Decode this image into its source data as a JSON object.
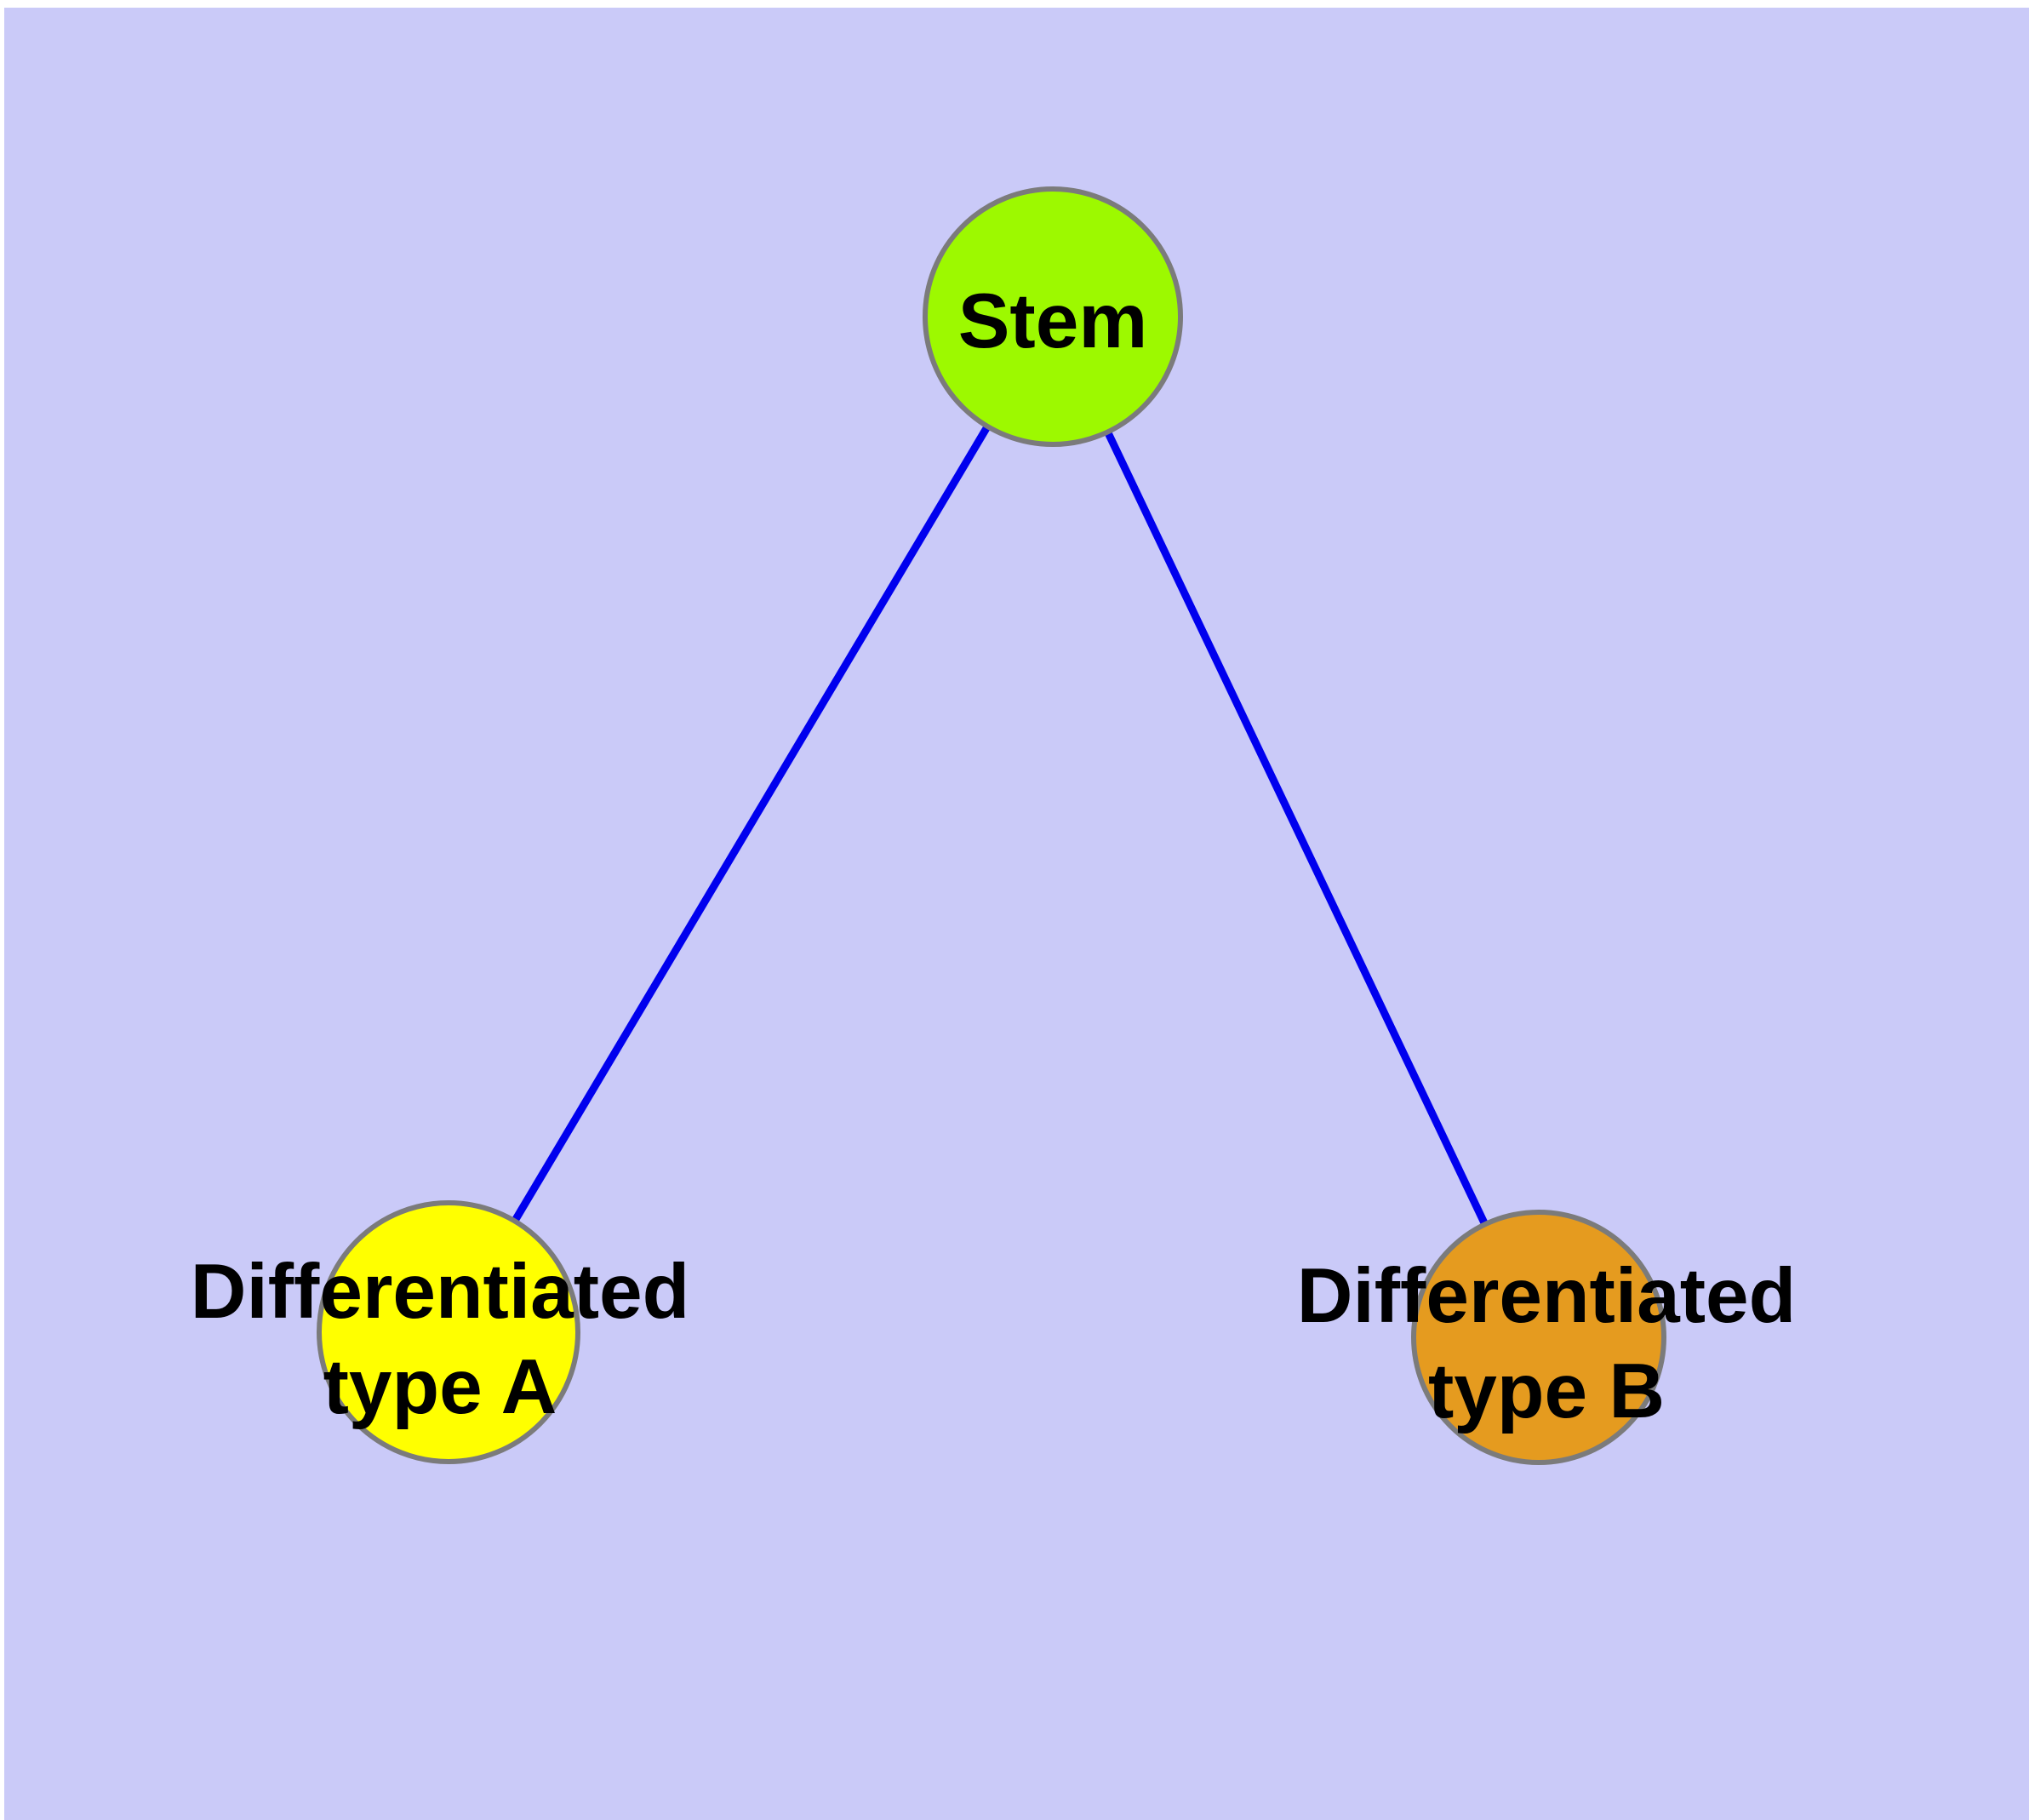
{
  "diagram": {
    "type": "graph",
    "colors": {
      "background": "#CACAF8",
      "page_edge": "#FFFFFF",
      "edge": "#0000EE",
      "frame": "#7B7B7B",
      "label": "#000000"
    },
    "nodes": [
      {
        "id": "stem",
        "label": "Stem",
        "fill": "#9DF900"
      },
      {
        "id": "type-a",
        "label": "Differentiated type A",
        "label_line1": "Differentiated",
        "label_line2": "type A",
        "fill": "#FFFF00"
      },
      {
        "id": "type-b",
        "label": "Differentiated type B",
        "label_line1": "Differentiated",
        "label_line2": "type B",
        "fill": "#E59B1F"
      }
    ],
    "edges": [
      {
        "from": "stem",
        "to": "type-a"
      },
      {
        "from": "stem",
        "to": "type-b"
      }
    ]
  }
}
